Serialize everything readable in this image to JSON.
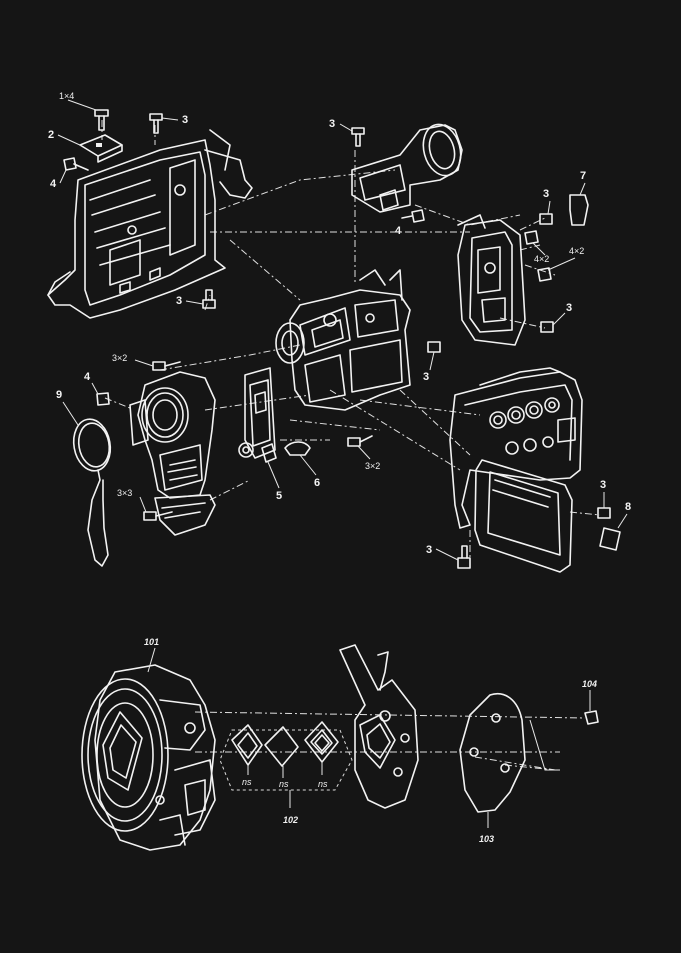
{
  "labels": {
    "l1x4": "1×4",
    "l2": "2",
    "l4a": "4",
    "l3a": "3",
    "l3b": "3",
    "l3c": "3",
    "l4b": "4",
    "l3d": "3",
    "l7": "7",
    "l4x2a": "4×2",
    "l4x2b": "4×2",
    "l3e": "3",
    "l3x2a": "3×2",
    "l4c": "4",
    "l9": "9",
    "l3f": "3",
    "l3x3": "3×3",
    "l5": "5",
    "l6": "6",
    "l3x2b": "3×2",
    "l3g": "3",
    "l8": "8",
    "l3h": "3",
    "l101": "101",
    "l102": "102",
    "l103": "103",
    "l104": "104",
    "ns1": "ns",
    "ns2": "ns",
    "ns3": "ns"
  },
  "colors": {
    "background": "#151515",
    "linework": "#f2f2f2"
  }
}
